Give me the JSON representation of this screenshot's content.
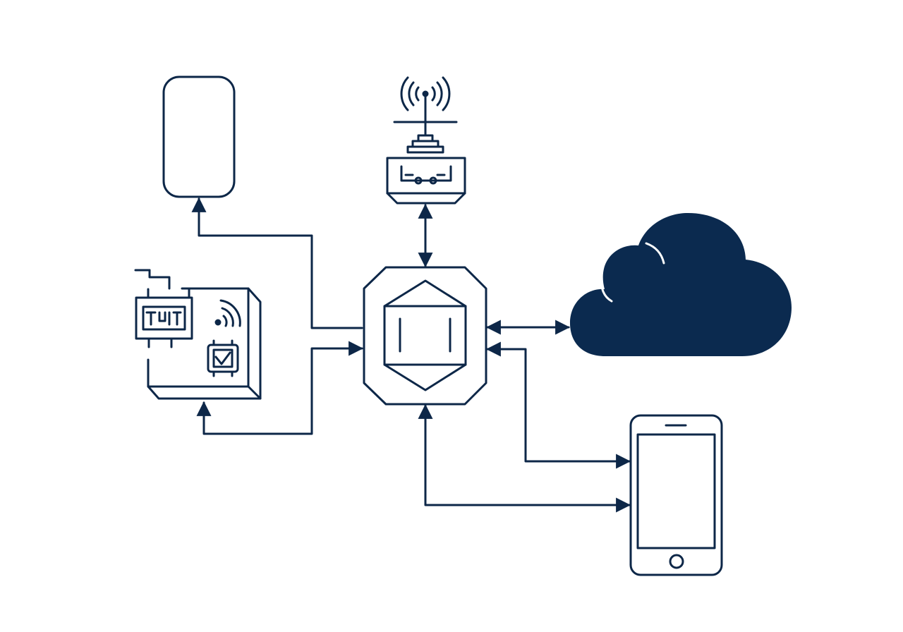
{
  "diagram": {
    "type": "network-topology",
    "style": "line-icons",
    "colors": {
      "stroke": "#0d2748",
      "fill": "#0b2a4f",
      "background": "#ffffff"
    },
    "nodes": [
      {
        "id": "central-hub",
        "icon": "hexagon-gateway-icon"
      },
      {
        "id": "top-left-device",
        "icon": "rounded-rectangle-icon"
      },
      {
        "id": "antenna-device",
        "icon": "antenna-router-icon"
      },
      {
        "id": "controller-board",
        "icon": "circuit-board-icon"
      },
      {
        "id": "cloud",
        "icon": "cloud-icon"
      },
      {
        "id": "smartphone",
        "icon": "smartphone-icon"
      }
    ],
    "connections": [
      {
        "from": "central-hub",
        "to": "top-left-device",
        "direction": "one-way"
      },
      {
        "from": "controller-board",
        "to": "central-hub",
        "direction": "one-way"
      },
      {
        "from": "central-hub",
        "to": "controller-board",
        "direction": "one-way"
      },
      {
        "from": "central-hub",
        "to": "antenna-device",
        "direction": "two-way"
      },
      {
        "from": "central-hub",
        "to": "cloud",
        "direction": "two-way"
      },
      {
        "from": "central-hub",
        "to": "smartphone",
        "direction": "two-way"
      },
      {
        "from": "central-hub",
        "to": "smartphone",
        "direction": "two-way"
      }
    ]
  }
}
